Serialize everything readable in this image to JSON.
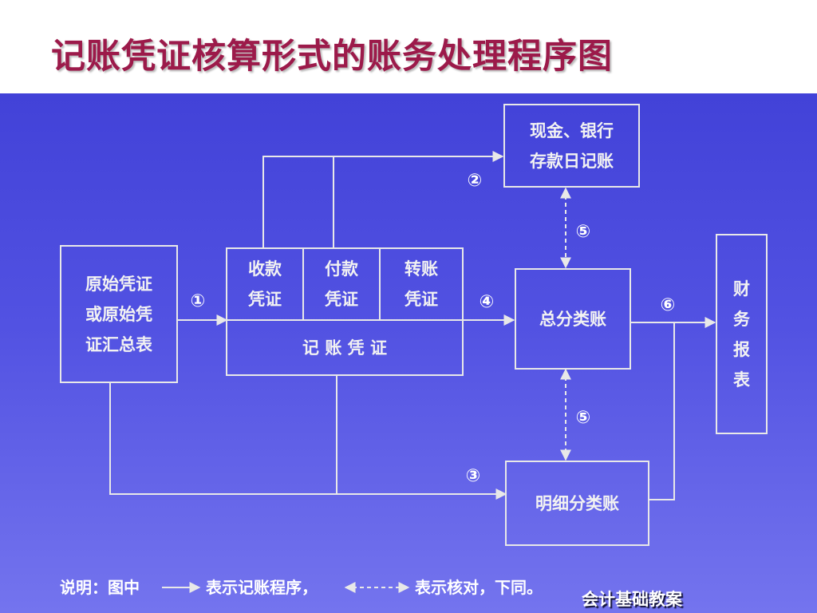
{
  "page": {
    "title": "记账凭证核算形式的账务处理程序图",
    "footer": "会计基础教案"
  },
  "nodes": {
    "original_vouchers": "原始凭证\n或原始凭\n证汇总表",
    "receipt_voucher": "收款\n凭证",
    "payment_voucher": "付款\n凭证",
    "transfer_voucher": "转账\n凭证",
    "accounting_voucher": "记 账 凭 证",
    "journals": "现金、银行\n存款日记账",
    "general_ledger": "总分类账",
    "subsidiary_ledger": "明细分类账",
    "financial_statements": "财\n务\n报\n表"
  },
  "steps": {
    "s1": "①",
    "s2": "②",
    "s3": "③",
    "s4": "④",
    "s5a": "⑤",
    "s5b": "⑤",
    "s6": "⑥"
  },
  "legend": {
    "part1": "说明：图中",
    "part2": "表示记账程序，",
    "part3": "表示核对，下同。"
  },
  "colors": {
    "title": "#9c1a4a",
    "background": "#4a4ade",
    "lines": "#e8e8e8"
  }
}
